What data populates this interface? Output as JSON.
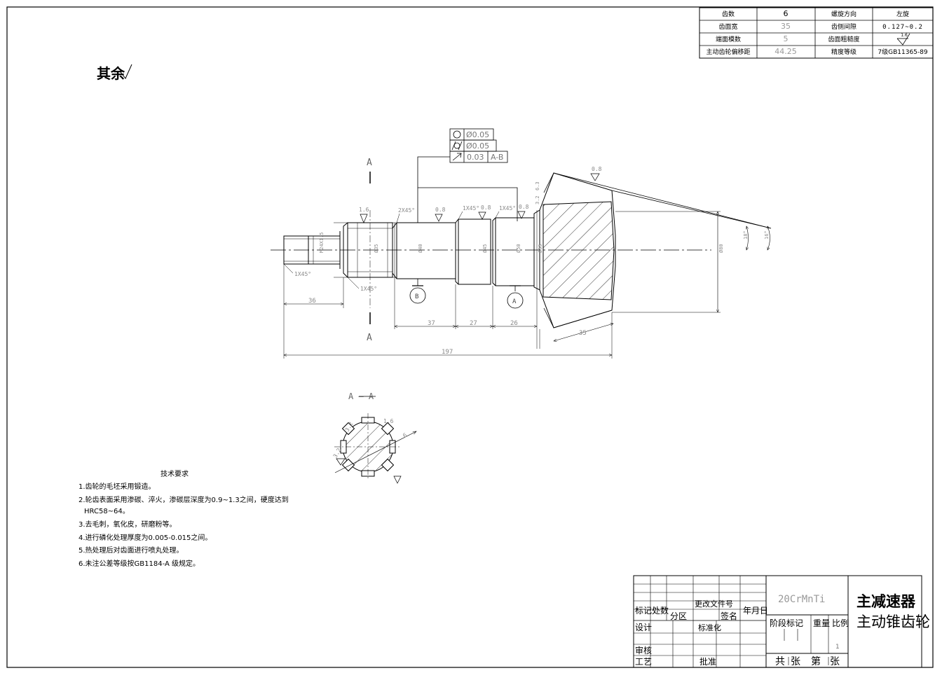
{
  "gear_params": [
    {
      "label": "齿数",
      "value": "6",
      "label2": "螺旋方向",
      "value2": "左旋"
    },
    {
      "label": "齿面宽",
      "value": "35",
      "label2": "齿侧间隙",
      "value2": "0.127~0.2"
    },
    {
      "label": "端面模数",
      "value": "5",
      "label2": "齿面粗糙度",
      "value2": "1.6"
    },
    {
      "label": "主动齿轮偏移距",
      "value": "44.25",
      "label2": "精度等级",
      "value2": "7级GB11365-89"
    }
  ],
  "remaining_surface": {
    "text": "其余",
    "roughness": ""
  },
  "tolerance_frames": [
    {
      "symbol": "circle",
      "value": "Ø0.05",
      "datum": ""
    },
    {
      "symbol": "cylindricity",
      "value": "Ø0.05",
      "datum": ""
    },
    {
      "symbol": "runout",
      "value": "0.03",
      "datum": "A-B"
    }
  ],
  "section_marks": {
    "cut": "A",
    "view_title": "A — A"
  },
  "datum_labels": [
    "B",
    "A"
  ],
  "dimensions": {
    "total_length": "197",
    "thread_length": "36",
    "seg1": "37",
    "seg2": "27",
    "seg3": "26",
    "face_width": "35",
    "chamfers": [
      "1X45°",
      "1X45°",
      "2X45°",
      "1X45°",
      "1X45°"
    ],
    "roughness": [
      "1.6",
      "0.8",
      "0.8",
      "0.8",
      "0.8",
      "3.2",
      "6.3"
    ],
    "diameters": [
      "M24X1.5",
      "Ø35",
      "Ø40",
      "Ø45",
      "Ø50",
      "Ø55",
      "Ø80"
    ],
    "angles": [
      "18°",
      "16°"
    ],
    "spline": [
      "3.2",
      "1.6",
      "6",
      "3.2"
    ]
  },
  "tech_requirements": {
    "title": "技术要求",
    "items": [
      "1.齿轮的毛坯采用锻造。",
      "2.轮齿表面采用渗碳、淬火，渗碳层深度为0.9~1.3之间，硬度达到",
      "HRC58~64。",
      "3.去毛刺，氧化皮，研磨粉等。",
      "4.进行磷化处理厚度为0.005-0.015之间。",
      "5.热处理后对齿面进行喷丸处理。",
      "6.未注公差等级按GB1184-A 级规定。"
    ]
  },
  "title_block": {
    "material": "20CrMnTi",
    "title_line1": "主减速器",
    "title_line2": "主动锥齿轮",
    "headers": {
      "mark": "标记",
      "count": "处数",
      "zone": "分区",
      "change_doc": "更改文件号",
      "sign": "签名",
      "date": "年月日"
    },
    "roles": {
      "design": "设计",
      "standardize": "标准化",
      "review": "审核",
      "process": "工艺",
      "approve": "批准"
    },
    "stage": "阶段标记",
    "weight": "重量",
    "scale": "比例",
    "scale_value": "1",
    "sheets_total": "共",
    "sheets_unit": "张",
    "sheet_no": "第",
    "sheet_unit2": "张"
  }
}
